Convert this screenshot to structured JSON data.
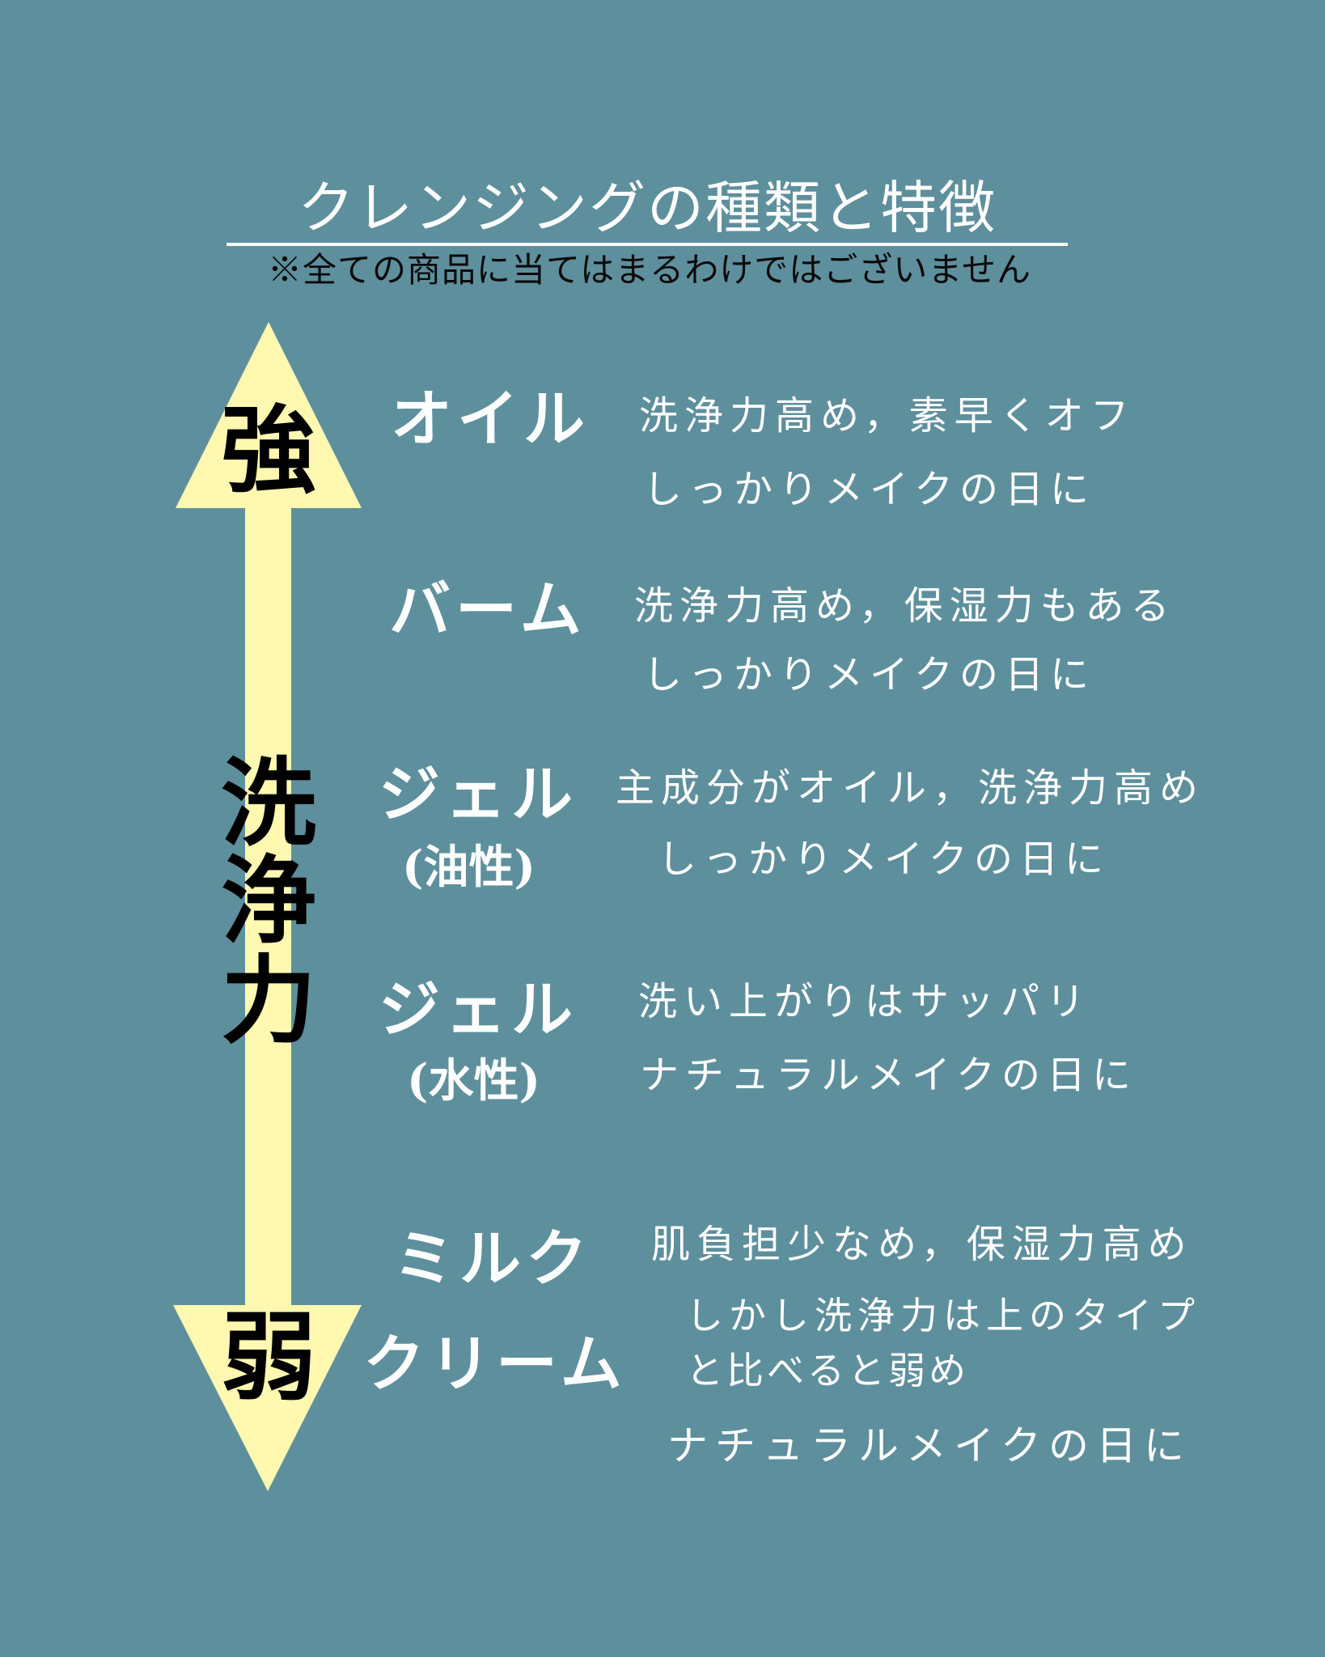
{
  "header": {
    "title": "クレンジングの種類と特徴",
    "subtitle": "※全ての商品に当てはまるわけではございません"
  },
  "axis": {
    "top_label": "強",
    "bottom_label": "弱",
    "middle_label": [
      "洗",
      "浄",
      "力"
    ],
    "arrow_color": "#FFF8B0"
  },
  "colors": {
    "background": "#5E8F9C",
    "text": "#FFFFFF",
    "axis_text": "#000000"
  },
  "types": [
    {
      "name": "オイル",
      "sub": "",
      "desc": [
        "洗浄力高め，素早くオフ",
        "しっかりメイクの日に"
      ]
    },
    {
      "name": "バーム",
      "sub": "",
      "desc": [
        "洗浄力高め，保湿力もある",
        "しっかりメイクの日に"
      ]
    },
    {
      "name": "ジェル",
      "sub": "(油性)",
      "desc": [
        "主成分がオイル，洗浄力高め",
        "しっかりメイクの日に"
      ]
    },
    {
      "name": "ジェル",
      "sub": "(水性)",
      "desc": [
        "洗い上がりはサッパリ",
        "ナチュラルメイクの日に"
      ]
    },
    {
      "name": "ミルク",
      "name2": "クリーム",
      "desc": [
        "肌負担少なめ，保湿力高め",
        "しかし洗浄力は上のタイプ",
        "と比べると弱め",
        "ナチュラルメイクの日に"
      ]
    }
  ]
}
